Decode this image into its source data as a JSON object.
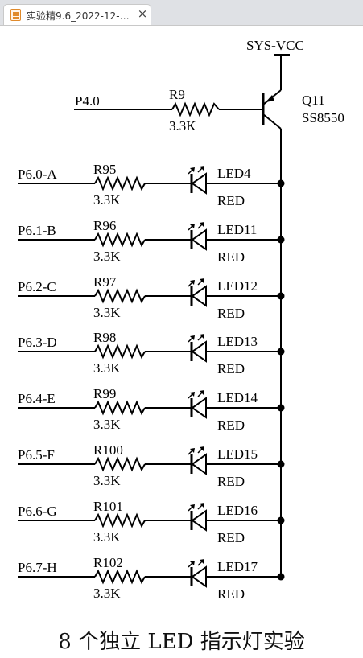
{
  "tab": {
    "title": "实验精9.6_2022-12-0...",
    "close_glyph": "×",
    "icon": "document-icon"
  },
  "schematic": {
    "supply_label": "SYS-VCC",
    "input_pin": "P4.0",
    "base_resistor": {
      "ref": "R9",
      "value": "3.3K"
    },
    "transistor": {
      "ref": "Q11",
      "part": "SS8550"
    },
    "channels": [
      {
        "pin": "P6.0-A",
        "resistor": "R95",
        "value": "3.3K",
        "led": "LED4",
        "color": "RED"
      },
      {
        "pin": "P6.1-B",
        "resistor": "R96",
        "value": "3.3K",
        "led": "LED11",
        "color": "RED"
      },
      {
        "pin": "P6.2-C",
        "resistor": "R97",
        "value": "3.3K",
        "led": "LED12",
        "color": "RED"
      },
      {
        "pin": "P6.3-D",
        "resistor": "R98",
        "value": "3.3K",
        "led": "LED13",
        "color": "RED"
      },
      {
        "pin": "P6.4-E",
        "resistor": "R99",
        "value": "3.3K",
        "led": "LED14",
        "color": "RED"
      },
      {
        "pin": "P6.5-F",
        "resistor": "R100",
        "value": "3.3K",
        "led": "LED15",
        "color": "RED"
      },
      {
        "pin": "P6.6-G",
        "resistor": "R101",
        "value": "3.3K",
        "led": "LED16",
        "color": "RED"
      },
      {
        "pin": "P6.7-H",
        "resistor": "R102",
        "value": "3.3K",
        "led": "LED17",
        "color": "RED"
      }
    ]
  },
  "caption": "8 个独立 LED 指示灯实验"
}
